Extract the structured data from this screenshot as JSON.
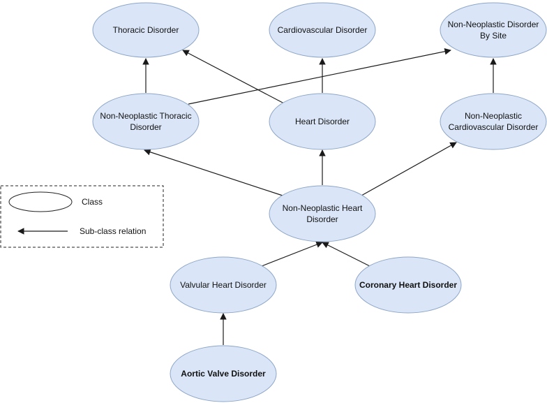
{
  "colors": {
    "node_fill": "#dae6f7",
    "node_stroke": "#8ea6c8",
    "edge": "#1a1a1a"
  },
  "legend": {
    "class_label": "Class",
    "relation_label": "Sub-class relation"
  },
  "nodes": [
    {
      "id": "thoracic",
      "lines": [
        "Thoracic Disorder"
      ],
      "bold": false
    },
    {
      "id": "cardiovascular",
      "lines": [
        "Cardiovascular Disorder"
      ],
      "bold": false
    },
    {
      "id": "nn-by-site",
      "lines": [
        "Non-Neoplastic Disorder",
        "By Site"
      ],
      "bold": false
    },
    {
      "id": "nn-thoracic",
      "lines": [
        "Non-Neoplastic Thoracic",
        "Disorder"
      ],
      "bold": false
    },
    {
      "id": "heart",
      "lines": [
        "Heart Disorder"
      ],
      "bold": false
    },
    {
      "id": "nn-cardiovascular",
      "lines": [
        "Non-Neoplastic",
        "Cardiovascular Disorder"
      ],
      "bold": false
    },
    {
      "id": "nn-heart",
      "lines": [
        "Non-Neoplastic Heart",
        "Disorder"
      ],
      "bold": false
    },
    {
      "id": "valvular",
      "lines": [
        "Valvular Heart Disorder"
      ],
      "bold": false
    },
    {
      "id": "coronary",
      "lines": [
        "Coronary Heart Disorder"
      ],
      "bold": true
    },
    {
      "id": "aortic",
      "lines": [
        "Aortic Valve Disorder"
      ],
      "bold": true
    }
  ],
  "edges": [
    {
      "from": "nn-thoracic",
      "to": "thoracic"
    },
    {
      "from": "nn-thoracic",
      "to": "nn-by-site"
    },
    {
      "from": "heart",
      "to": "thoracic"
    },
    {
      "from": "heart",
      "to": "cardiovascular"
    },
    {
      "from": "nn-cardiovascular",
      "to": "nn-by-site"
    },
    {
      "from": "nn-heart",
      "to": "nn-thoracic"
    },
    {
      "from": "nn-heart",
      "to": "heart"
    },
    {
      "from": "nn-heart",
      "to": "nn-cardiovascular"
    },
    {
      "from": "valvular",
      "to": "nn-heart"
    },
    {
      "from": "coronary",
      "to": "nn-heart"
    },
    {
      "from": "aortic",
      "to": "valvular"
    }
  ]
}
